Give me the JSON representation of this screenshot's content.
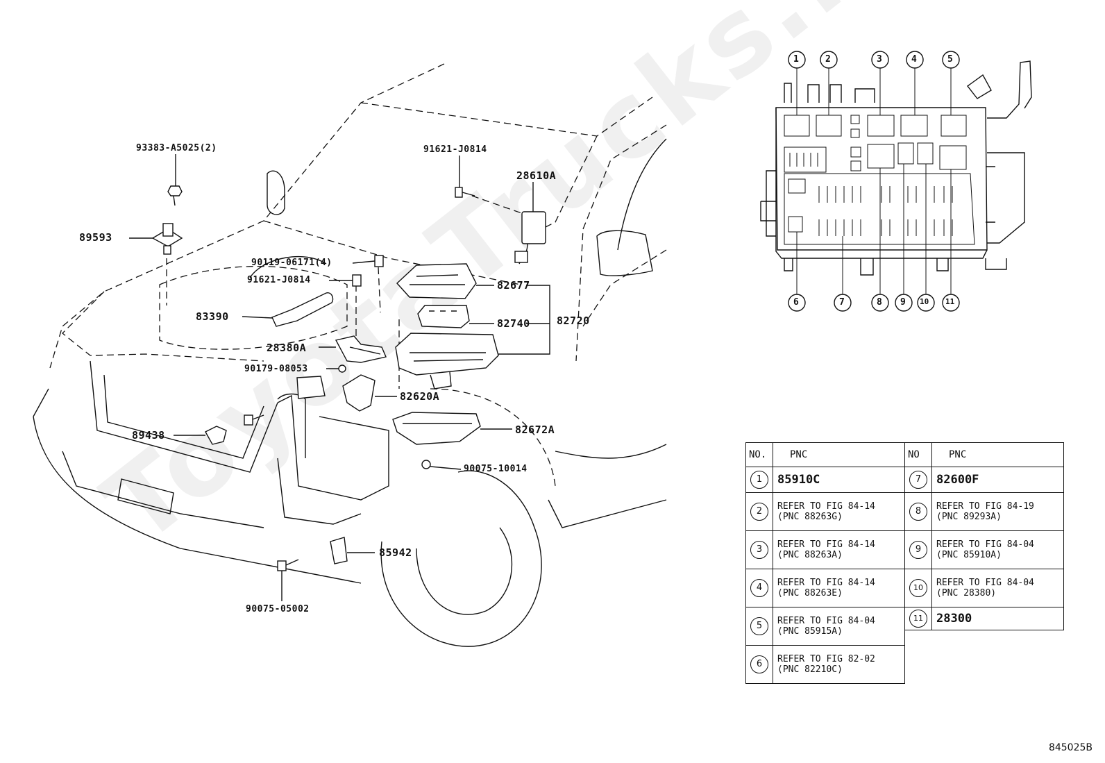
{
  "watermark": "ToyotaTrucks.ru",
  "figure_id": "845025B",
  "part_labels": {
    "p93383": "93383-A5025(2)",
    "p91621_top": "91621-J0814",
    "p28610A": "28610A",
    "p89593": "89593",
    "p90119": "90119-06171(4)",
    "p91621_mid": "91621-J0814",
    "p82677": "82677",
    "p83390": "83390",
    "p82740": "82740",
    "p82720": "82720",
    "p28380A": "28380A",
    "p90179": "90179-08053",
    "p82620A": "82620A",
    "p89438": "89438",
    "p82672A": "82672A",
    "p90075_10014": "90075-10014",
    "p85942": "85942",
    "p90075_05002": "90075-05002"
  },
  "callouts_top": [
    "1",
    "2",
    "3",
    "4",
    "5"
  ],
  "callouts_bottom": [
    "6",
    "7",
    "8",
    "9",
    "10",
    "11"
  ],
  "table": {
    "header": {
      "no": "NO.",
      "pnc": "PNC",
      "no2": "NO",
      "pnc2": "PNC"
    },
    "left": [
      {
        "no": "1",
        "line1": "85910C",
        "line2": ""
      },
      {
        "no": "2",
        "line1": "REFER TO FIG 84-14",
        "line2": "(PNC 88263G)"
      },
      {
        "no": "3",
        "line1": "REFER TO FIG 84-14",
        "line2": "(PNC 88263A)"
      },
      {
        "no": "4",
        "line1": "REFER TO FIG 84-14",
        "line2": "(PNC 88263E)"
      },
      {
        "no": "5",
        "line1": "REFER TO FIG 84-04",
        "line2": "(PNC 85915A)"
      },
      {
        "no": "6",
        "line1": "REFER TO FIG 82-02",
        "line2": "(PNC 82210C)"
      }
    ],
    "right": [
      {
        "no": "7",
        "line1": "82600F",
        "line2": ""
      },
      {
        "no": "8",
        "line1": "REFER TO FIG 84-19",
        "line2": "(PNC 89293A)"
      },
      {
        "no": "9",
        "line1": "REFER TO FIG 84-04",
        "line2": "(PNC 85910A)"
      },
      {
        "no": "10",
        "line1": "REFER TO FIG 84-04",
        "line2": "(PNC 28380)"
      },
      {
        "no": "11",
        "line1": "28300",
        "line2": ""
      }
    ]
  }
}
